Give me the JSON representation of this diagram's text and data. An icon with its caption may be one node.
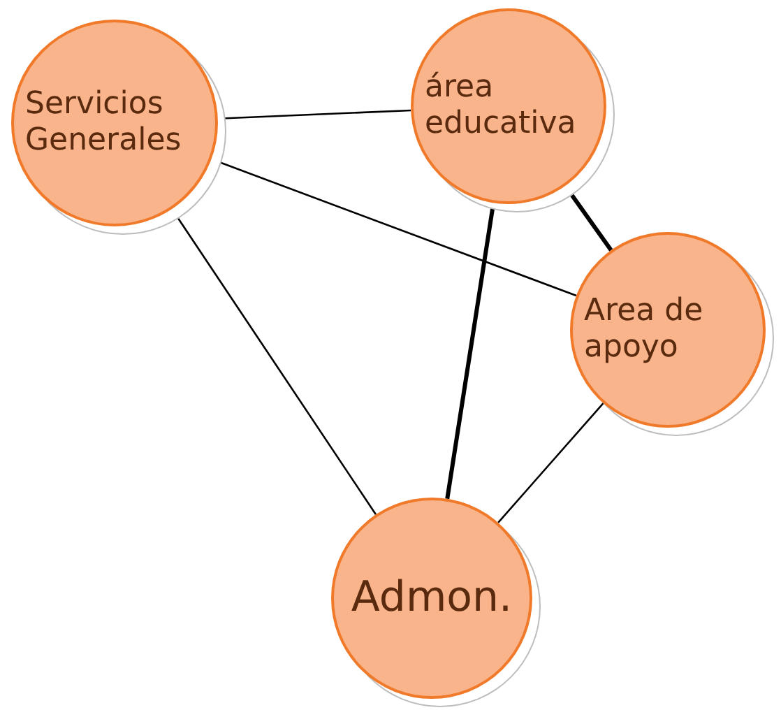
{
  "diagram": {
    "nodes": [
      {
        "text": [
          "Servicios Generales"
        ]
      },
      {
        "text": [
          "área educativa"
        ]
      },
      {
        "text": [
          "Area de apoyo"
        ]
      },
      {
        "text": [
          "Admon."
        ]
      }
    ],
    "edges": [
      {
        "from": 0,
        "to": 1,
        "arrow": "none"
      },
      {
        "from": 0,
        "to": 2,
        "arrow": "none"
      },
      {
        "from": 0,
        "to": 3,
        "arrow": "none"
      },
      {
        "from": 1,
        "to": 2,
        "arrow": "none",
        "style": "thick"
      },
      {
        "from": 1,
        "to": 3,
        "arrow": "none",
        "style": "thick"
      },
      {
        "from": 2,
        "to": 3,
        "arrow": "none"
      }
    ]
  }
}
